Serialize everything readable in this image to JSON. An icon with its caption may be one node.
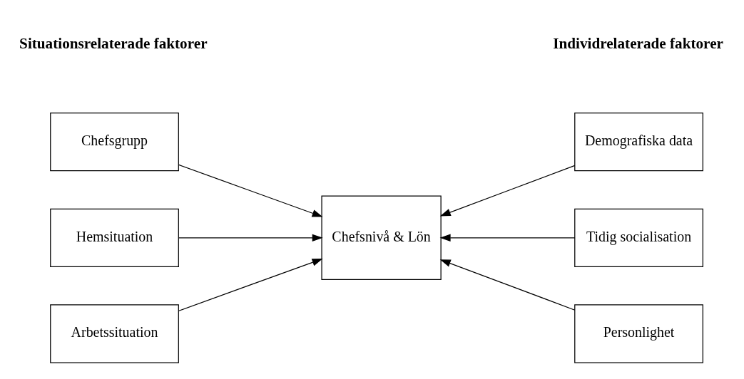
{
  "diagram": {
    "nodes": [
      {
        "text": [
          "Chefsgrupp"
        ]
      },
      {
        "text": [
          "Hemsituation"
        ]
      },
      {
        "text": [
          "Arbetssituation"
        ]
      },
      {
        "text": [
          "Chefsnivå & Lön"
        ]
      },
      {
        "text": [
          "Demografiska data"
        ]
      },
      {
        "text": [
          "Tidig socialisation"
        ]
      },
      {
        "text": [
          "Personlighet"
        ]
      }
    ],
    "edges": [
      {
        "from": 0,
        "to": 3,
        "arrow": "to"
      },
      {
        "from": 1,
        "to": 3,
        "arrow": "to"
      },
      {
        "from": 2,
        "to": 3,
        "arrow": "to"
      },
      {
        "from": 4,
        "to": 3,
        "arrow": "to"
      },
      {
        "from": 5,
        "to": 3,
        "arrow": "to"
      },
      {
        "from": 6,
        "to": 3,
        "arrow": "to"
      }
    ],
    "labels": [
      "Situationsrelaterade faktorer",
      "Individrelaterade faktorer"
    ]
  }
}
